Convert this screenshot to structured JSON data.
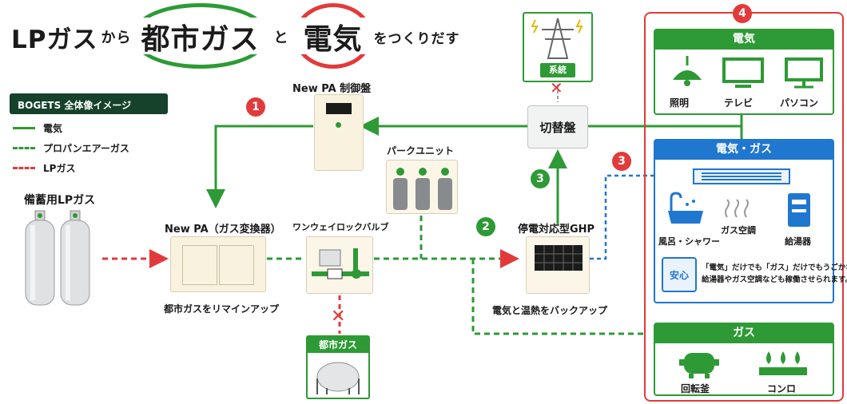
{
  "title": {
    "part1": "LPガス",
    "part2": "から",
    "part3": "都市ガス",
    "part4": "と",
    "part5": "電気",
    "part6": "をつくりだす"
  },
  "legend": {
    "badge": "BOGETS 全体像イメージ",
    "items": [
      {
        "label": "電気",
        "color": "#2e9a35",
        "style": "solid"
      },
      {
        "label": "プロパンエアーガス",
        "color": "#2e9a35",
        "style": "dashed"
      },
      {
        "label": "LPガス",
        "color": "#e23a3a",
        "style": "dashed"
      }
    ]
  },
  "nodes": {
    "lp_storage": "備蓄用LPガス",
    "control_panel": "New PA 制御盤",
    "new_pa": "New PA（ガス変換器）",
    "new_pa_caption": "都市ガスをリマインアップ",
    "valve": "ワンウェイロックバルブ",
    "park_unit": "パークユニット",
    "city_gas": "都市ガス",
    "switchboard": "切替盤",
    "grid": "系統",
    "ghp": "停電対応型GHP",
    "ghp_caption": "電気と温熱をバックアップ"
  },
  "markers": {
    "n1": "1",
    "n2": "2",
    "n3g": "3",
    "n3r": "3",
    "n4": "4",
    "cross": "✕"
  },
  "panel": {
    "electric": {
      "header": "電気",
      "items": [
        "照明",
        "テレビ",
        "パソコン"
      ]
    },
    "elec_gas": {
      "header": "電気・ガス",
      "items": [
        "風呂・シャワー",
        "ガス空調",
        "給湯器"
      ],
      "badge": "安心",
      "note_line1": "「電気」だけでも「ガス」だけでもうごかない",
      "note_line2": "給湯器やガス空調なども稼働させられます。"
    },
    "gas": {
      "header": "ガス",
      "items": [
        "回転釜",
        "コンロ"
      ]
    }
  },
  "colors": {
    "green": "#2e9a35",
    "red": "#e23a3a",
    "blue": "#1f77d0",
    "dark_green": "#16422b"
  }
}
